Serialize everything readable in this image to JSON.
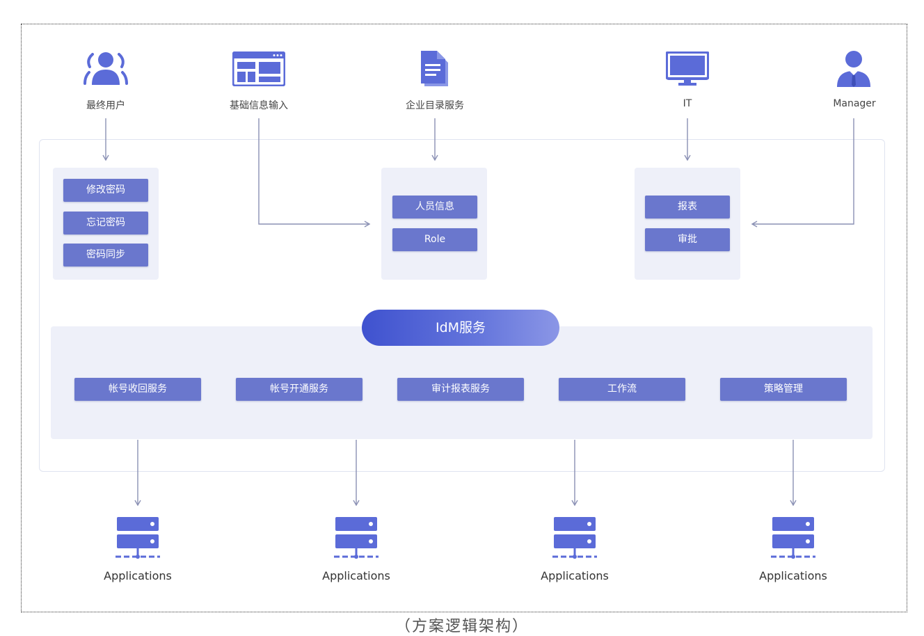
{
  "actors": {
    "end_user": "最终用户",
    "basic_info": "基础信息输入",
    "directory": "企业目录服务",
    "it": "IT",
    "manager": "Manager"
  },
  "panels": {
    "password": [
      "修改密码",
      "忘记密码",
      "密码同步"
    ],
    "identity": [
      "人员信息",
      "Role"
    ],
    "report": [
      "报表",
      "审批"
    ]
  },
  "idm": {
    "title": "IdM服务",
    "services": [
      "帐号收回服务",
      "帐号开通服务",
      "审计报表服务",
      "工作流",
      "策略管理"
    ]
  },
  "applications": [
    "Applications",
    "Applications",
    "Applications",
    "Applications"
  ],
  "caption": "（方案逻辑架构）",
  "colors": {
    "accent": "#6a77cd",
    "icon": "#5b6bd8",
    "panel_bg": "#eef0f9",
    "line": "#8a90b4"
  }
}
